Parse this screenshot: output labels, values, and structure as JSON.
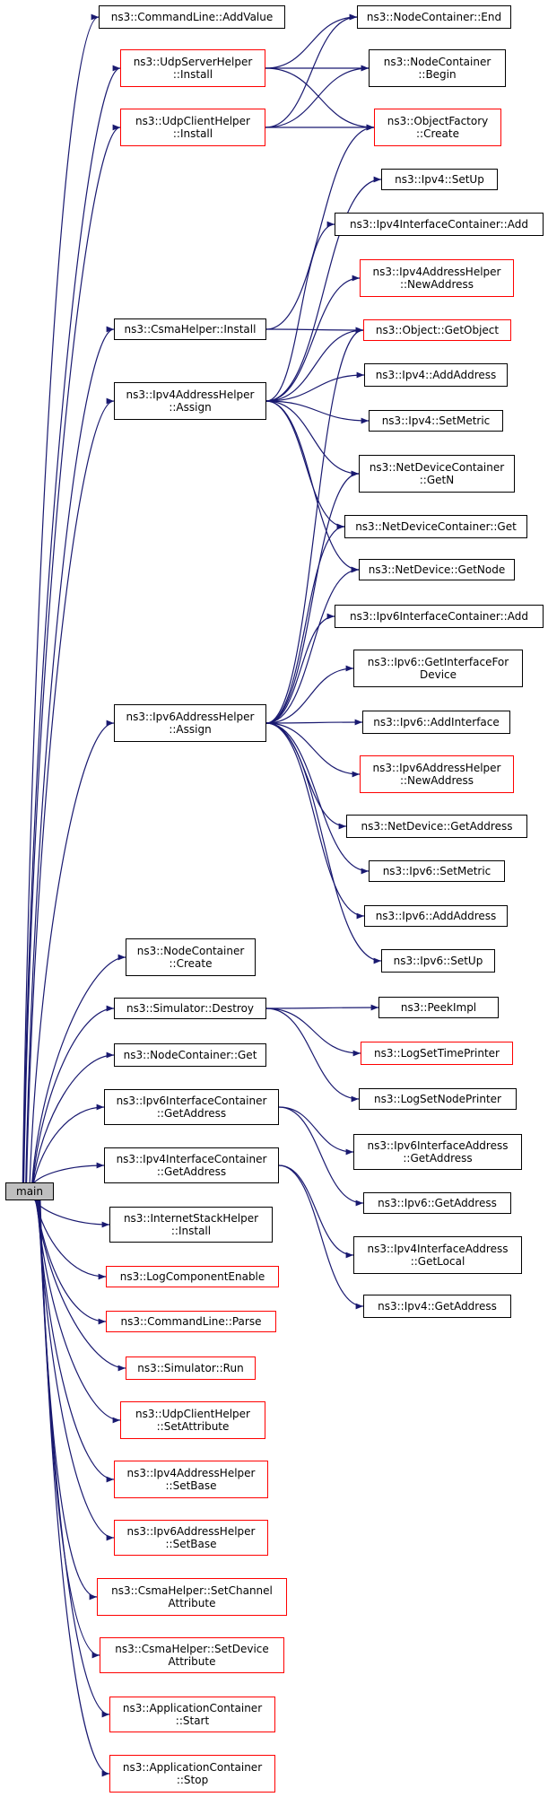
{
  "colors": {
    "edge": "#191970",
    "black_border": "#000000",
    "red_border": "#ff0000",
    "root_fill": "#bfbfbf"
  },
  "root": {
    "id": "main",
    "lines": [
      "main"
    ]
  },
  "nodes": [
    {
      "id": "cmd_addvalue",
      "lines": [
        "ns3::CommandLine::AddValue"
      ],
      "border": "black"
    },
    {
      "id": "udpserver_install",
      "lines": [
        "ns3::UdpServerHelper",
        "::Install"
      ],
      "border": "red"
    },
    {
      "id": "udpclient_install",
      "lines": [
        "ns3::UdpClientHelper",
        "::Install"
      ],
      "border": "red"
    },
    {
      "id": "csma_install",
      "lines": [
        "ns3::CsmaHelper::Install"
      ],
      "border": "black"
    },
    {
      "id": "ipv4ah_assign",
      "lines": [
        "ns3::Ipv4AddressHelper",
        "::Assign"
      ],
      "border": "black"
    },
    {
      "id": "ipv6ah_assign",
      "lines": [
        "ns3::Ipv6AddressHelper",
        "::Assign"
      ],
      "border": "black"
    },
    {
      "id": "nc_create",
      "lines": [
        "ns3::NodeContainer",
        "::Create"
      ],
      "border": "black"
    },
    {
      "id": "sim_destroy",
      "lines": [
        "ns3::Simulator::Destroy"
      ],
      "border": "black"
    },
    {
      "id": "nc_get",
      "lines": [
        "ns3::NodeContainer::Get"
      ],
      "border": "black"
    },
    {
      "id": "ipv6ic_getaddress",
      "lines": [
        "ns3::Ipv6InterfaceContainer",
        "::GetAddress"
      ],
      "border": "black"
    },
    {
      "id": "ipv4ic_getaddress",
      "lines": [
        "ns3::Ipv4InterfaceContainer",
        "::GetAddress"
      ],
      "border": "black"
    },
    {
      "id": "ish_install",
      "lines": [
        "ns3::InternetStackHelper",
        "::Install"
      ],
      "border": "black"
    },
    {
      "id": "log_enable",
      "lines": [
        "ns3::LogComponentEnable"
      ],
      "border": "red"
    },
    {
      "id": "cmd_parse",
      "lines": [
        "ns3::CommandLine::Parse"
      ],
      "border": "red"
    },
    {
      "id": "sim_run",
      "lines": [
        "ns3::Simulator::Run"
      ],
      "border": "red"
    },
    {
      "id": "udpclient_setattr",
      "lines": [
        "ns3::UdpClientHelper",
        "::SetAttribute"
      ],
      "border": "red"
    },
    {
      "id": "ipv4ah_setbase",
      "lines": [
        "ns3::Ipv4AddressHelper",
        "::SetBase"
      ],
      "border": "red"
    },
    {
      "id": "ipv6ah_setbase",
      "lines": [
        "ns3::Ipv6AddressHelper",
        "::SetBase"
      ],
      "border": "red"
    },
    {
      "id": "csma_setchannelattr",
      "lines": [
        "ns3::CsmaHelper::SetChannel",
        "Attribute"
      ],
      "border": "red"
    },
    {
      "id": "csma_setdeviceattr",
      "lines": [
        "ns3::CsmaHelper::SetDevice",
        "Attribute"
      ],
      "border": "red"
    },
    {
      "id": "app_start",
      "lines": [
        "ns3::ApplicationContainer",
        "::Start"
      ],
      "border": "red"
    },
    {
      "id": "app_stop",
      "lines": [
        "ns3::ApplicationContainer",
        "::Stop"
      ],
      "border": "red"
    },
    {
      "id": "nc_end",
      "lines": [
        "ns3::NodeContainer::End"
      ],
      "border": "black"
    },
    {
      "id": "nc_begin",
      "lines": [
        "ns3::NodeContainer",
        "::Begin"
      ],
      "border": "black"
    },
    {
      "id": "objfactory_create",
      "lines": [
        "ns3::ObjectFactory",
        "::Create"
      ],
      "border": "red"
    },
    {
      "id": "ipv4_setup",
      "lines": [
        "ns3::Ipv4::SetUp"
      ],
      "border": "black"
    },
    {
      "id": "ipv4ic_add",
      "lines": [
        "ns3::Ipv4InterfaceContainer::Add"
      ],
      "border": "black"
    },
    {
      "id": "ipv4ah_newaddress",
      "lines": [
        "ns3::Ipv4AddressHelper",
        "::NewAddress"
      ],
      "border": "red"
    },
    {
      "id": "object_getobject",
      "lines": [
        "ns3::Object::GetObject"
      ],
      "border": "red"
    },
    {
      "id": "ipv4_addaddress",
      "lines": [
        "ns3::Ipv4::AddAddress"
      ],
      "border": "black"
    },
    {
      "id": "ipv4_setmetric",
      "lines": [
        "ns3::Ipv4::SetMetric"
      ],
      "border": "black"
    },
    {
      "id": "ndc_getn",
      "lines": [
        "ns3::NetDeviceContainer",
        "::GetN"
      ],
      "border": "black"
    },
    {
      "id": "ndc_get",
      "lines": [
        "ns3::NetDeviceContainer::Get"
      ],
      "border": "black"
    },
    {
      "id": "nd_getnode",
      "lines": [
        "ns3::NetDevice::GetNode"
      ],
      "border": "black"
    },
    {
      "id": "ipv6ic_add",
      "lines": [
        "ns3::Ipv6InterfaceContainer::Add"
      ],
      "border": "black"
    },
    {
      "id": "ipv6_getifdevice",
      "lines": [
        "ns3::Ipv6::GetInterfaceFor",
        "Device"
      ],
      "border": "black"
    },
    {
      "id": "ipv6_addinterface",
      "lines": [
        "ns3::Ipv6::AddInterface"
      ],
      "border": "black"
    },
    {
      "id": "ipv6ah_newaddress",
      "lines": [
        "ns3::Ipv6AddressHelper",
        "::NewAddress"
      ],
      "border": "red"
    },
    {
      "id": "nd_getaddress",
      "lines": [
        "ns3::NetDevice::GetAddress"
      ],
      "border": "black"
    },
    {
      "id": "ipv6_setmetric",
      "lines": [
        "ns3::Ipv6::SetMetric"
      ],
      "border": "black"
    },
    {
      "id": "ipv6_addaddress",
      "lines": [
        "ns3::Ipv6::AddAddress"
      ],
      "border": "black"
    },
    {
      "id": "ipv6_setup",
      "lines": [
        "ns3::Ipv6::SetUp"
      ],
      "border": "black"
    },
    {
      "id": "peekimpl",
      "lines": [
        "ns3::PeekImpl"
      ],
      "border": "black"
    },
    {
      "id": "log_settimeprinter",
      "lines": [
        "ns3::LogSetTimePrinter"
      ],
      "border": "red"
    },
    {
      "id": "log_setnodeprinter",
      "lines": [
        "ns3::LogSetNodePrinter"
      ],
      "border": "black"
    },
    {
      "id": "ipv6ia_getaddress",
      "lines": [
        "ns3::Ipv6InterfaceAddress",
        "::GetAddress"
      ],
      "border": "black"
    },
    {
      "id": "ipv6_getaddress",
      "lines": [
        "ns3::Ipv6::GetAddress"
      ],
      "border": "black"
    },
    {
      "id": "ipv4ia_getlocal",
      "lines": [
        "ns3::Ipv4InterfaceAddress",
        "::GetLocal"
      ],
      "border": "black"
    },
    {
      "id": "ipv4_getaddress",
      "lines": [
        "ns3::Ipv4::GetAddress"
      ],
      "border": "black"
    }
  ],
  "edges": [
    [
      "main",
      "cmd_addvalue"
    ],
    [
      "main",
      "udpserver_install"
    ],
    [
      "main",
      "udpclient_install"
    ],
    [
      "main",
      "csma_install"
    ],
    [
      "main",
      "ipv4ah_assign"
    ],
    [
      "main",
      "ipv6ah_assign"
    ],
    [
      "main",
      "nc_create"
    ],
    [
      "main",
      "sim_destroy"
    ],
    [
      "main",
      "nc_get"
    ],
    [
      "main",
      "ipv6ic_getaddress"
    ],
    [
      "main",
      "ipv4ic_getaddress"
    ],
    [
      "main",
      "ish_install"
    ],
    [
      "main",
      "log_enable"
    ],
    [
      "main",
      "cmd_parse"
    ],
    [
      "main",
      "sim_run"
    ],
    [
      "main",
      "udpclient_setattr"
    ],
    [
      "main",
      "ipv4ah_setbase"
    ],
    [
      "main",
      "ipv6ah_setbase"
    ],
    [
      "main",
      "csma_setchannelattr"
    ],
    [
      "main",
      "csma_setdeviceattr"
    ],
    [
      "main",
      "app_start"
    ],
    [
      "main",
      "app_stop"
    ],
    [
      "udpserver_install",
      "nc_end"
    ],
    [
      "udpserver_install",
      "nc_begin"
    ],
    [
      "udpserver_install",
      "objfactory_create"
    ],
    [
      "udpclient_install",
      "nc_end"
    ],
    [
      "udpclient_install",
      "nc_begin"
    ],
    [
      "udpclient_install",
      "objfactory_create"
    ],
    [
      "csma_install",
      "objfactory_create"
    ],
    [
      "csma_install",
      "object_getobject"
    ],
    [
      "ipv4ah_assign",
      "ipv4_setup"
    ],
    [
      "ipv4ah_assign",
      "ipv4ic_add"
    ],
    [
      "ipv4ah_assign",
      "ipv4ah_newaddress"
    ],
    [
      "ipv4ah_assign",
      "object_getobject"
    ],
    [
      "ipv4ah_assign",
      "ipv4_addaddress"
    ],
    [
      "ipv4ah_assign",
      "ipv4_setmetric"
    ],
    [
      "ipv4ah_assign",
      "ndc_getn"
    ],
    [
      "ipv4ah_assign",
      "ndc_get"
    ],
    [
      "ipv4ah_assign",
      "nd_getnode"
    ],
    [
      "ipv6ah_assign",
      "object_getobject"
    ],
    [
      "ipv6ah_assign",
      "ndc_getn"
    ],
    [
      "ipv6ah_assign",
      "ndc_get"
    ],
    [
      "ipv6ah_assign",
      "nd_getnode"
    ],
    [
      "ipv6ah_assign",
      "ipv6ic_add"
    ],
    [
      "ipv6ah_assign",
      "ipv6_getifdevice"
    ],
    [
      "ipv6ah_assign",
      "ipv6_addinterface"
    ],
    [
      "ipv6ah_assign",
      "ipv6ah_newaddress"
    ],
    [
      "ipv6ah_assign",
      "nd_getaddress"
    ],
    [
      "ipv6ah_assign",
      "ipv6_setmetric"
    ],
    [
      "ipv6ah_assign",
      "ipv6_addaddress"
    ],
    [
      "ipv6ah_assign",
      "ipv6_setup"
    ],
    [
      "sim_destroy",
      "peekimpl"
    ],
    [
      "sim_destroy",
      "log_settimeprinter"
    ],
    [
      "sim_destroy",
      "log_setnodeprinter"
    ],
    [
      "ipv6ic_getaddress",
      "ipv6ia_getaddress"
    ],
    [
      "ipv6ic_getaddress",
      "ipv6_getaddress"
    ],
    [
      "ipv4ic_getaddress",
      "ipv4ia_getlocal"
    ],
    [
      "ipv4ic_getaddress",
      "ipv4_getaddress"
    ]
  ]
}
